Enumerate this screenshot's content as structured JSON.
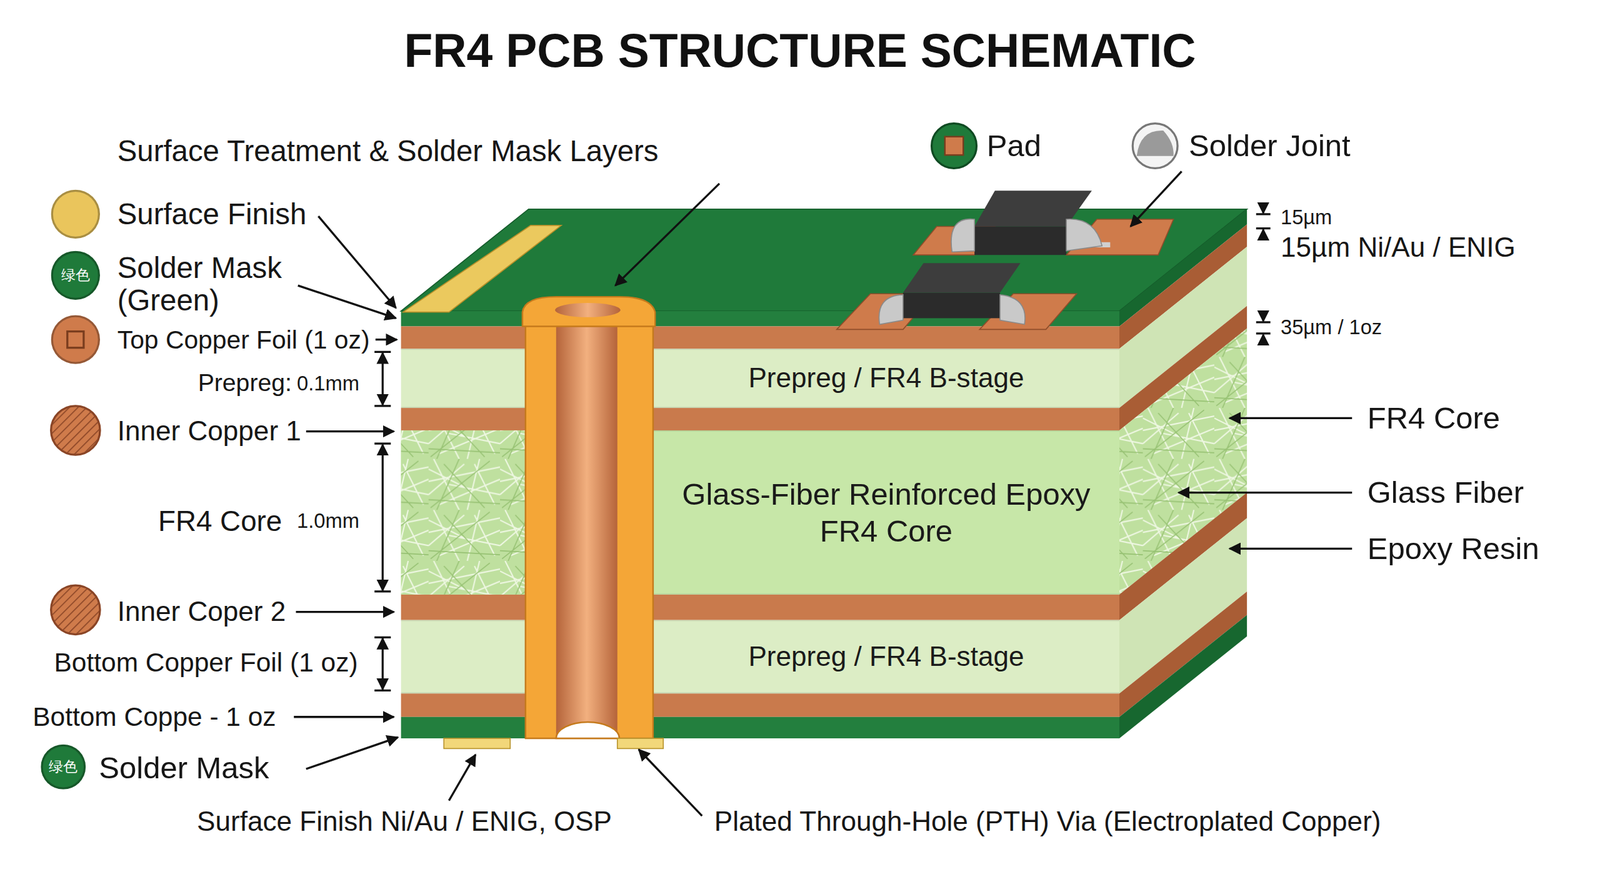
{
  "diagram": {
    "title": "FR4 PCB STRUCTURE SCHEMATIC",
    "nodes": [
      {
        "text": [
          "Prepreg / FR4 B-stage"
        ]
      },
      {
        "text": [
          "Glass-Fiber Reinforced Epoxy FR4 Core"
        ]
      },
      {
        "text": [
          "Prepreg / FR4 B-stage"
        ]
      }
    ],
    "labels": [
      "Surface Treatment & Solder Mask Layers",
      "15µm",
      "15µm Ni/Au / ENIG",
      "绿色",
      "35µm / 1oz",
      "Prepreg:",
      "0.1mm",
      "FR4 Core",
      "Glass Fiber",
      "FR4 Core",
      "1.0mm",
      "Epoxy Resin",
      "Bottom Copper Foil (1 oz)",
      "Bottom Coppe - 1 oz",
      "绿色",
      "Surface Finish Ni/Au / ENIG, OSP",
      "Plated Through-Hole (PTH) Via (Electroplated Copper)"
    ],
    "legend": [
      {
        "text": "Pad"
      },
      {
        "text": "Solder Joint"
      },
      {
        "text": "Surface Finish",
        "color": "#eac55c"
      },
      {
        "text": "Solder Mask (Green)",
        "color": "#1f7a3a"
      },
      {
        "text": "Top Copper Foil (1 oz)",
        "color": "#cf7b4b"
      },
      {
        "text": "Inner Copper 1"
      },
      {
        "text": "Inner Coper 2"
      },
      {
        "text": "Solder Mask",
        "color": "#1f7a3a"
      }
    ]
  }
}
